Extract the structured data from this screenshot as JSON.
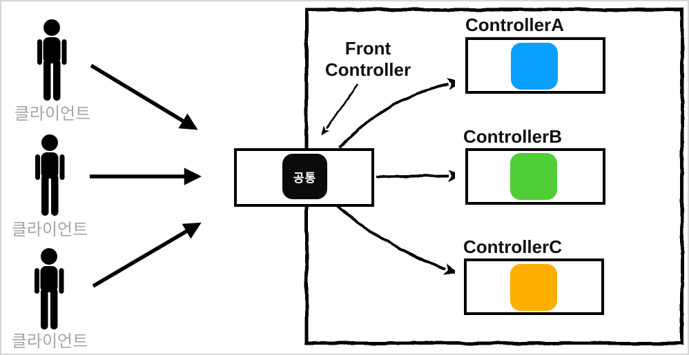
{
  "page": {
    "background": "#ffffff",
    "frame_border_color": "#d6d6d6",
    "ink_color": "#000000"
  },
  "clients": [
    {
      "label": "클라이언트"
    },
    {
      "label": "클라이언트"
    },
    {
      "label": "클라이언트"
    }
  ],
  "front_controller": {
    "annotation_label": "Front Controller",
    "common_label": "공통"
  },
  "controllers": [
    {
      "name": "ControllerA",
      "color": "#0a9fff"
    },
    {
      "name": "ControllerB",
      "color": "#4fce36"
    },
    {
      "name": "ControllerC",
      "color": "#ffae00"
    }
  ],
  "icons": {
    "client": "person-silhouette-icon",
    "arrows": "hand-drawn-arrow"
  }
}
